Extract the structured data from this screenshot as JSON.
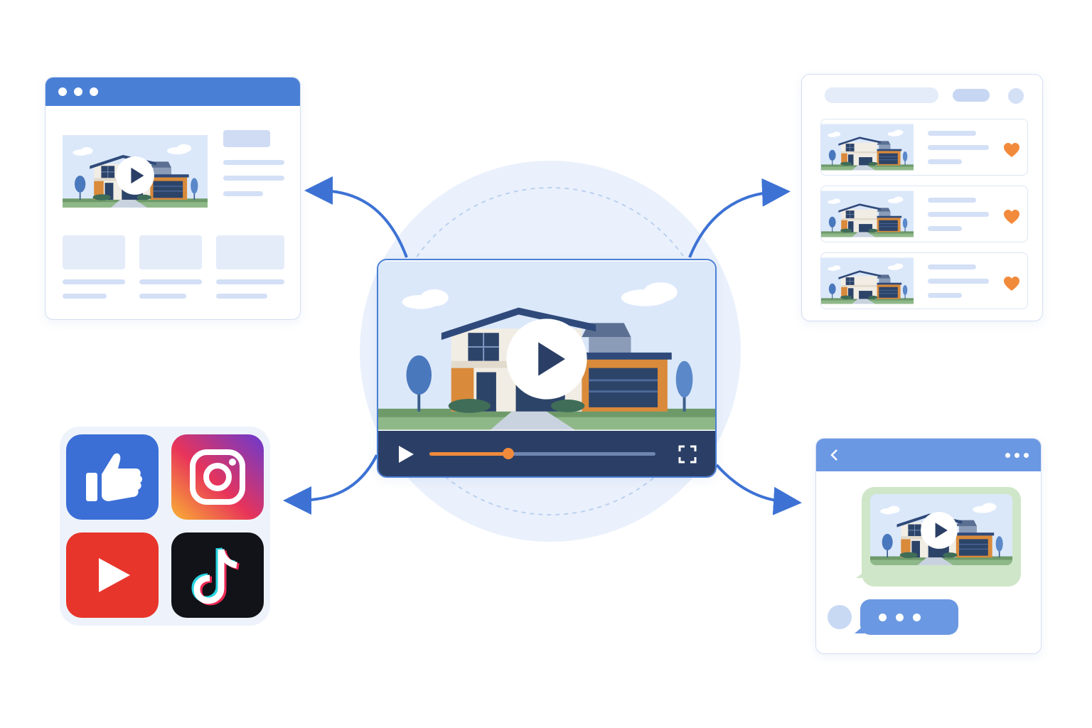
{
  "colors": {
    "primary": "#4a7fd6",
    "accent": "#f28a3c",
    "player_bar": "#2b3f66",
    "facebook": "#3b6fd6",
    "youtube": "#e8352b",
    "tiktok": "#111318"
  },
  "icons": {
    "center": "play-icon",
    "player_controls": [
      "play-icon",
      "progress-slider",
      "fullscreen-icon"
    ],
    "social": [
      "facebook-like-icon",
      "instagram-icon",
      "youtube-icon",
      "tiktok-icon"
    ],
    "listing": "heart-icon",
    "chat": [
      "back-chevron-icon",
      "more-dots-icon",
      "typing-dots-icon"
    ]
  },
  "player": {
    "progress": 0.35
  },
  "listings": {
    "count": 3
  }
}
